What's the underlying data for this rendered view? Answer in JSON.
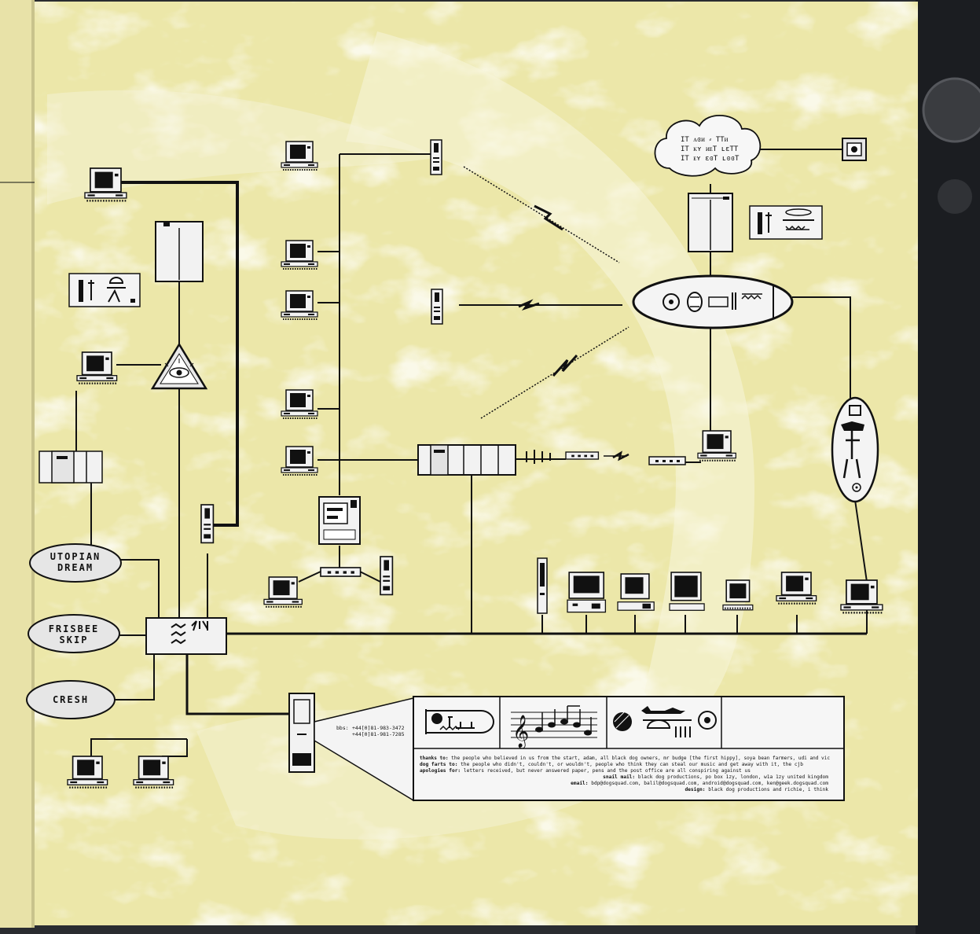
{
  "nodes": {
    "utopian_dream": [
      "UTOPIAN",
      "DREAM"
    ],
    "frisbee_skip": [
      "FRISBEE",
      "SKIP"
    ],
    "cresh": "CRESH"
  },
  "contact_panel": {
    "bbs_label": "bbs:",
    "bbs_numbers": [
      "+44[0]81-983-3472",
      "+44[0]81-981-7285"
    ]
  },
  "credits": [
    {
      "label": "thanks to:",
      "text": "the people who believed in us from the start, adam, all black dog owners, mr budge [the first hippy], soya bean farmers, udi and vic",
      "align": "left"
    },
    {
      "label": "dog farts to:",
      "text": "the people who didn't, couldn't, or wouldn't, people who think they can steal our music and get away with it, the cjb",
      "align": "left"
    },
    {
      "label": "apologies for:",
      "text": "letters received, but never answered  paper, pens and the post office are all conspiring against us",
      "align": "left"
    },
    {
      "label": "snail mail:",
      "text": "black dog productions, po box 1zy, london, w1a 1zy  united kingdom",
      "align": "right"
    },
    {
      "label": "email:",
      "text": "bdp@dogsquad.com, balil@dogsquad.com, android@dogsquad.com, ken@geek.dogsquad.com",
      "align": "right"
    },
    {
      "label": "design:",
      "text": "black dog productions and richie, i think",
      "align": "right"
    }
  ],
  "cloud_glyph_lines": [
    "IT ᴧɞᴎ ⸗ TTᴎ",
    "IT ᴋʏ ᴎᴇT ʟɛTT",
    "IT ᴇʏ ɛɞT ʟɞɞT"
  ],
  "colors": {
    "paper": "#ece7a9",
    "paper_light": "#f4f1cf",
    "ink": "#111111",
    "device_fill": "#f2f2f2",
    "background": "#2a2c30"
  },
  "icons": [
    "computer-terminal-icon",
    "server-tower-icon",
    "mainframe-icon",
    "modem-icon",
    "pyramid-eye-icon",
    "cartouche-icon",
    "lightning-bolt-icon",
    "music-staff-icon",
    "speaker-icon",
    "cloud-icon",
    "switch-hub-icon"
  ]
}
